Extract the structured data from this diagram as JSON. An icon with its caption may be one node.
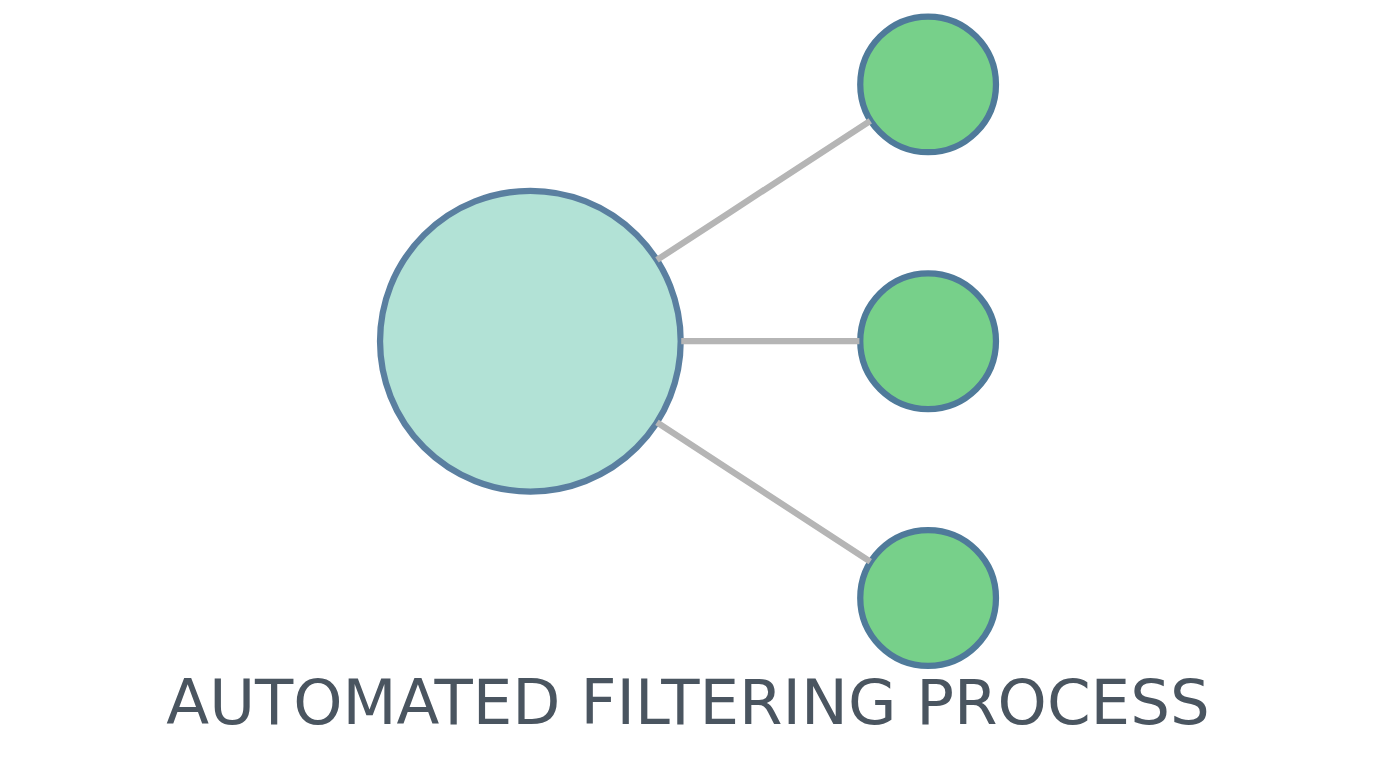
{
  "diagram": {
    "title": "AUTOMATED FILTERING PROCESS",
    "nodes": [
      {
        "text": [],
        "shape": "person"
      },
      {
        "text": [],
        "shape": "circle"
      },
      {
        "text": [],
        "shape": "circle"
      },
      {
        "text": [],
        "shape": "circle"
      }
    ],
    "edges": [
      {
        "from": 0,
        "to": 1,
        "arrow": "none"
      },
      {
        "from": 0,
        "to": 2,
        "arrow": "none"
      },
      {
        "from": 0,
        "to": 3,
        "arrow": "none"
      }
    ]
  }
}
